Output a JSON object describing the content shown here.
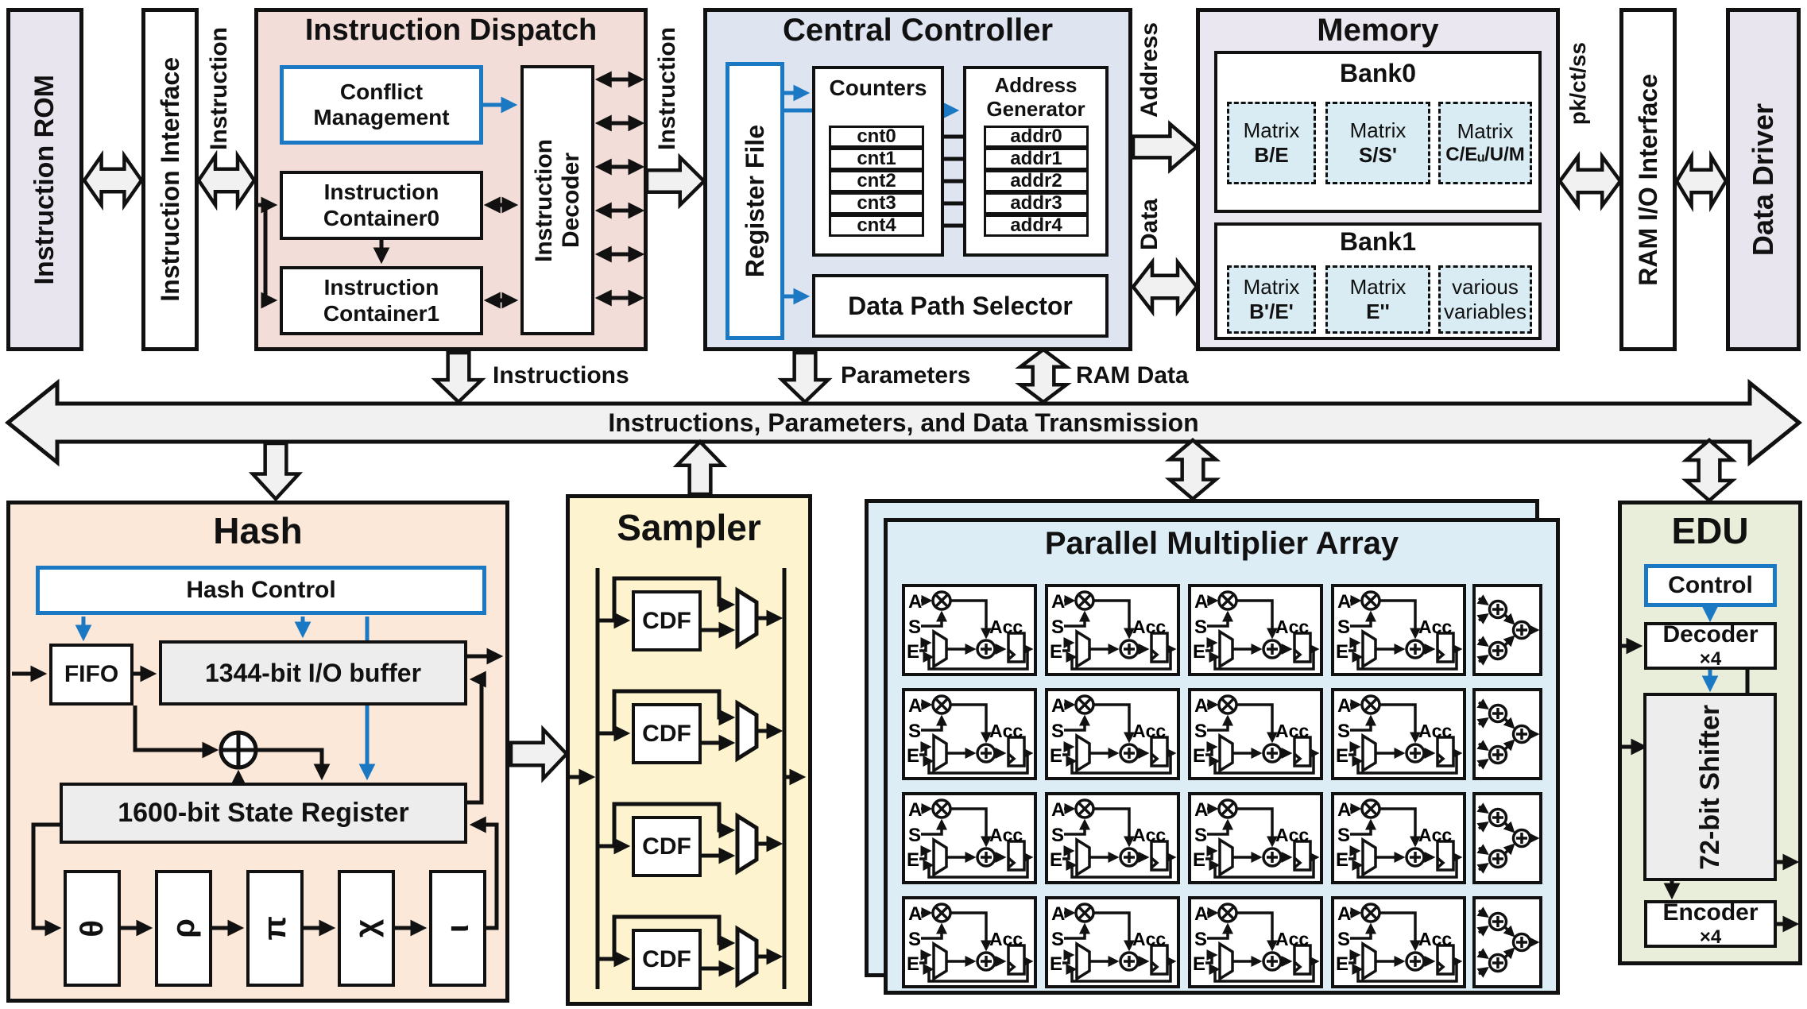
{
  "top": {
    "instruction_rom": "Instruction ROM",
    "instruction_interface": "Instruction Interface",
    "instruction_label_left": "Instruction",
    "instruction_label_mid": "Instruction",
    "dispatch": {
      "title": "Instruction Dispatch",
      "conflict": {
        "l1": "Conflict",
        "l2": "Management"
      },
      "container0": {
        "l1": "Instruction",
        "l2": "Container0"
      },
      "container1": {
        "l1": "Instruction",
        "l2": "Container1"
      },
      "decoder": {
        "l1": "Instruction",
        "l2": "Decoder"
      }
    },
    "controller": {
      "title": "Central Controller",
      "register_file": "Register File",
      "counters_label": "Counters",
      "cnt": [
        "cnt0",
        "cnt1",
        "cnt2",
        "cnt3",
        "cnt4"
      ],
      "addr_gen": {
        "l1": "Address",
        "l2": "Generator"
      },
      "addr": [
        "addr0",
        "addr1",
        "addr2",
        "addr3",
        "addr4"
      ],
      "data_path_selector": "Data Path Selector"
    },
    "address_label": "Address",
    "data_label": "Data",
    "pkctss_label": "pk/ct/ss",
    "instruction_label_right": "Instruction",
    "memory": {
      "title": "Memory",
      "bank0": "Bank0",
      "bank1": "Bank1",
      "bank0_chips": [
        {
          "l1": "Matrix",
          "l2": "B/E"
        },
        {
          "l1": "Matrix",
          "l2": "S/S'"
        },
        {
          "l1": "Matrix",
          "l2": "C/Eᵤ/U/M"
        }
      ],
      "bank1_chips": [
        {
          "l1": "Matrix",
          "l2": "B'/E'"
        },
        {
          "l1": "Matrix",
          "l2": "E''"
        },
        {
          "l1": "various",
          "l2": "variables"
        }
      ]
    },
    "ram_io": "RAM I/O Interface",
    "data_driver": "Data Driver"
  },
  "bus": {
    "label": "Instructions, Parameters, and Data Transmission",
    "instructions": "Instructions",
    "parameters": "Parameters",
    "ram_data": "RAM Data"
  },
  "hash": {
    "title": "Hash",
    "control": "Hash Control",
    "fifo": "FIFO",
    "io_buffer": "1344-bit I/O buffer",
    "state_register": "1600-bit State Register",
    "rounds": [
      "θ",
      "ρ",
      "π",
      "χ",
      "ι"
    ]
  },
  "sampler": {
    "title": "Sampler",
    "cdf": "CDF"
  },
  "pma": {
    "title": "Parallel Multiplier Array",
    "a": "A",
    "s": "S",
    "e": "E",
    "acc": "Acc",
    "grid_rows": 4,
    "grid_cols": 4
  },
  "edu": {
    "title": "EDU",
    "control": "Control",
    "decoder": "Decoder",
    "decoder_mult": "×4",
    "shifter": "72-bit Shifter",
    "encoder": "Encoder",
    "encoder_mult": "×4"
  },
  "colors": {
    "accent_blue": "#1b79c4",
    "dispatch_bg": "#f2ddd8",
    "controller_bg": "#dfe4f1",
    "memory_bg": "#eae7f0",
    "lavender_bg": "#e8e5ef",
    "hash_bg": "#fbe8d8",
    "sampler_bg": "#fdf3cf",
    "pma_bg": "#ddedf5",
    "edu_bg": "#e9eeda",
    "chip_bg": "#d9ecf4",
    "arrow_fill": "#f1f1f1"
  }
}
